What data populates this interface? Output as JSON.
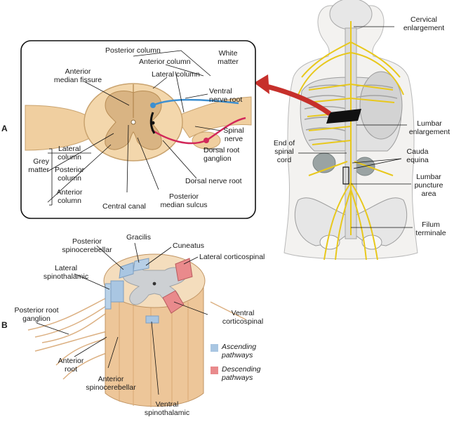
{
  "panel_letters": {
    "a": "A",
    "b": "B"
  },
  "panel_a": {
    "posterior_column": "Posterior column",
    "white_matter": [
      "White",
      "matter"
    ],
    "anterior_column": "Anterior column",
    "lateral_column": "Lateral column",
    "anterior_median_fissure": [
      "Anterior",
      "median fissure"
    ],
    "ventral_nerve_root": [
      "Ventral",
      "nerve root"
    ],
    "spinal_nerve": [
      "Spinal",
      "nerve"
    ],
    "dorsal_root_ganglion": [
      "Dorsal root",
      "ganglion"
    ],
    "dorsal_nerve_root": "Dorsal nerve root",
    "grey_matter": [
      "Grey",
      "matter"
    ],
    "grey_lateral": [
      "Lateral",
      "column"
    ],
    "grey_posterior": [
      "Posterior",
      "column"
    ],
    "grey_anterior": [
      "Anterior",
      "column"
    ],
    "central_canal": "Central canal",
    "posterior_median_sulcus": [
      "Posterior",
      "median sulcus"
    ]
  },
  "body": {
    "cervical": [
      "Cervical",
      "enlargement"
    ],
    "lumbar": [
      "Lumbar",
      "enlargement"
    ],
    "end_cord": [
      "End of",
      "spinal",
      "cord"
    ],
    "cauda": [
      "Cauda",
      "equina"
    ],
    "puncture": [
      "Lumbar",
      "puncture",
      "area"
    ],
    "filum": [
      "Filum",
      "terminale"
    ]
  },
  "panel_b": {
    "gracilis": "Gracilis",
    "cuneatus": "Cuneatus",
    "posterior_spinocerebellar": [
      "Posterior",
      "spinocerebellar"
    ],
    "lateral_corticospinal": "Lateral corticospinal",
    "lateral_spinothalamic": [
      "Lateral",
      "spinothalamic"
    ],
    "posterior_root_ganglion": [
      "Posterior root",
      "ganglion"
    ],
    "ventral_corticospinal": [
      "Ventral",
      "corticospinal"
    ],
    "anterior_root": [
      "Anterior",
      "root"
    ],
    "anterior_spinocerebellar": [
      "Anterior",
      "spinocerebellar"
    ],
    "ventral_spinothalamic": [
      "Ventral",
      "spinothalamic"
    ],
    "legend": [
      {
        "lines": [
          "Ascending",
          "pathways"
        ],
        "color": "#a9c6e2"
      },
      {
        "lines": [
          "Descending",
          "pathways"
        ],
        "color": "#e98a8c"
      }
    ]
  },
  "colors": {
    "nerve": "#e8c81c",
    "tissue": "#f0cfa0",
    "grey": "#d9b483",
    "arrow": "#c6302b",
    "ventral": "#3d8fd0",
    "dorsal": "#d2285a"
  }
}
